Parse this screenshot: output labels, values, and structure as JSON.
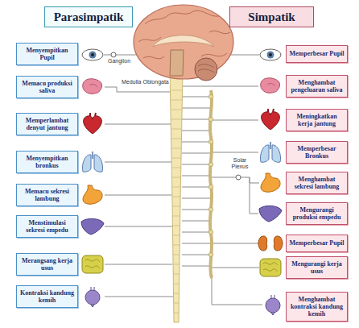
{
  "diagram": {
    "nodes": [
      {
        "text": [
          "Parasimpatik"
        ]
      },
      {
        "text": [
          "Simpatik"
        ]
      },
      {
        "text": [
          "Menyempitkan Pupil"
        ]
      },
      {
        "text": [
          "Memacu produksi saliva"
        ]
      },
      {
        "text": [
          "Memperlambat denyut jantung"
        ]
      },
      {
        "text": [
          "Menyempitkan bronkus"
        ]
      },
      {
        "text": [
          "Memacu sekresi lambung"
        ]
      },
      {
        "text": [
          "Menstimulasi sekresi empedu"
        ]
      },
      {
        "text": [
          "Merangsang kerja usus"
        ]
      },
      {
        "text": [
          "Kontraksi kandung kemih"
        ]
      },
      {
        "text": [
          "Memperbesar Pupil"
        ]
      },
      {
        "text": [
          "Menghambat pengeluaran saliva"
        ]
      },
      {
        "text": [
          "Meningkatkan kerja jantung"
        ]
      },
      {
        "text": [
          "Memperbesar Bronkus"
        ]
      },
      {
        "text": [
          "Menghambat sekresi lambung"
        ]
      },
      {
        "text": [
          "Mengurangi produksi empedu"
        ]
      },
      {
        "text": [
          "Memperbesar Pupil"
        ]
      },
      {
        "text": [
          "Mengurangi kerja usus"
        ]
      },
      {
        "text": [
          "Menghambat kontraksi kandung kemih"
        ]
      }
    ],
    "labels": [
      "Ganglion",
      "Medulla Oblongata",
      "Solar Plexus"
    ]
  }
}
